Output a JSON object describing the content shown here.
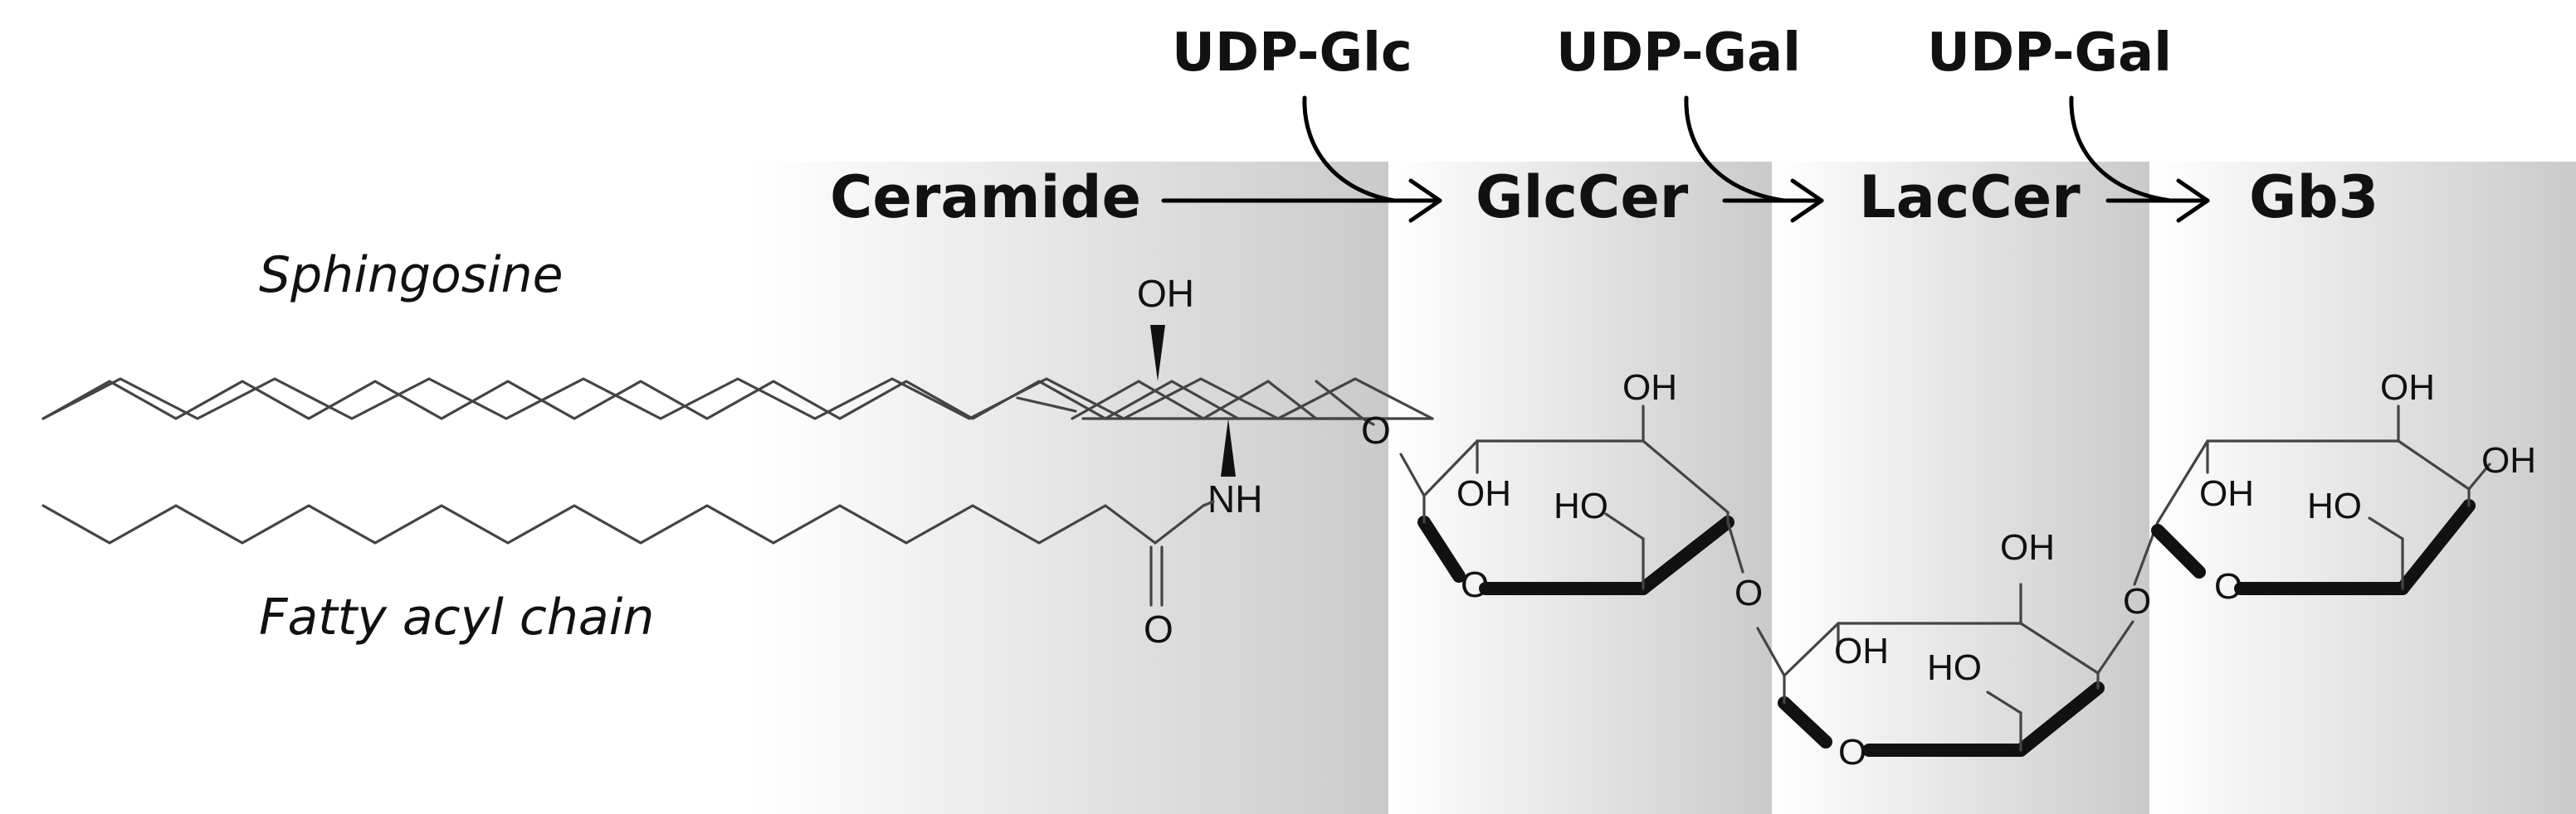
{
  "pathway": {
    "stages": {
      "ceramide": "Ceramide",
      "glccer": "GlcCer",
      "laccer": "LacCer",
      "gb3": "Gb3"
    },
    "donors": {
      "udp_glc": "UDP-Glc",
      "udp_gal_1": "UDP-Gal",
      "udp_gal_2": "UDP-Gal"
    }
  },
  "chains": {
    "sphingosine": "Sphingosine",
    "fatty_acyl": "Fatty acyl chain"
  },
  "atoms": {
    "oh": "OH",
    "ho": "HO",
    "nh": "NH",
    "o": "O"
  },
  "colors": {
    "panel_light": "#ffffff",
    "panel_dark": "#cfcfcf",
    "ink": "#111111",
    "bond": "#444444"
  }
}
